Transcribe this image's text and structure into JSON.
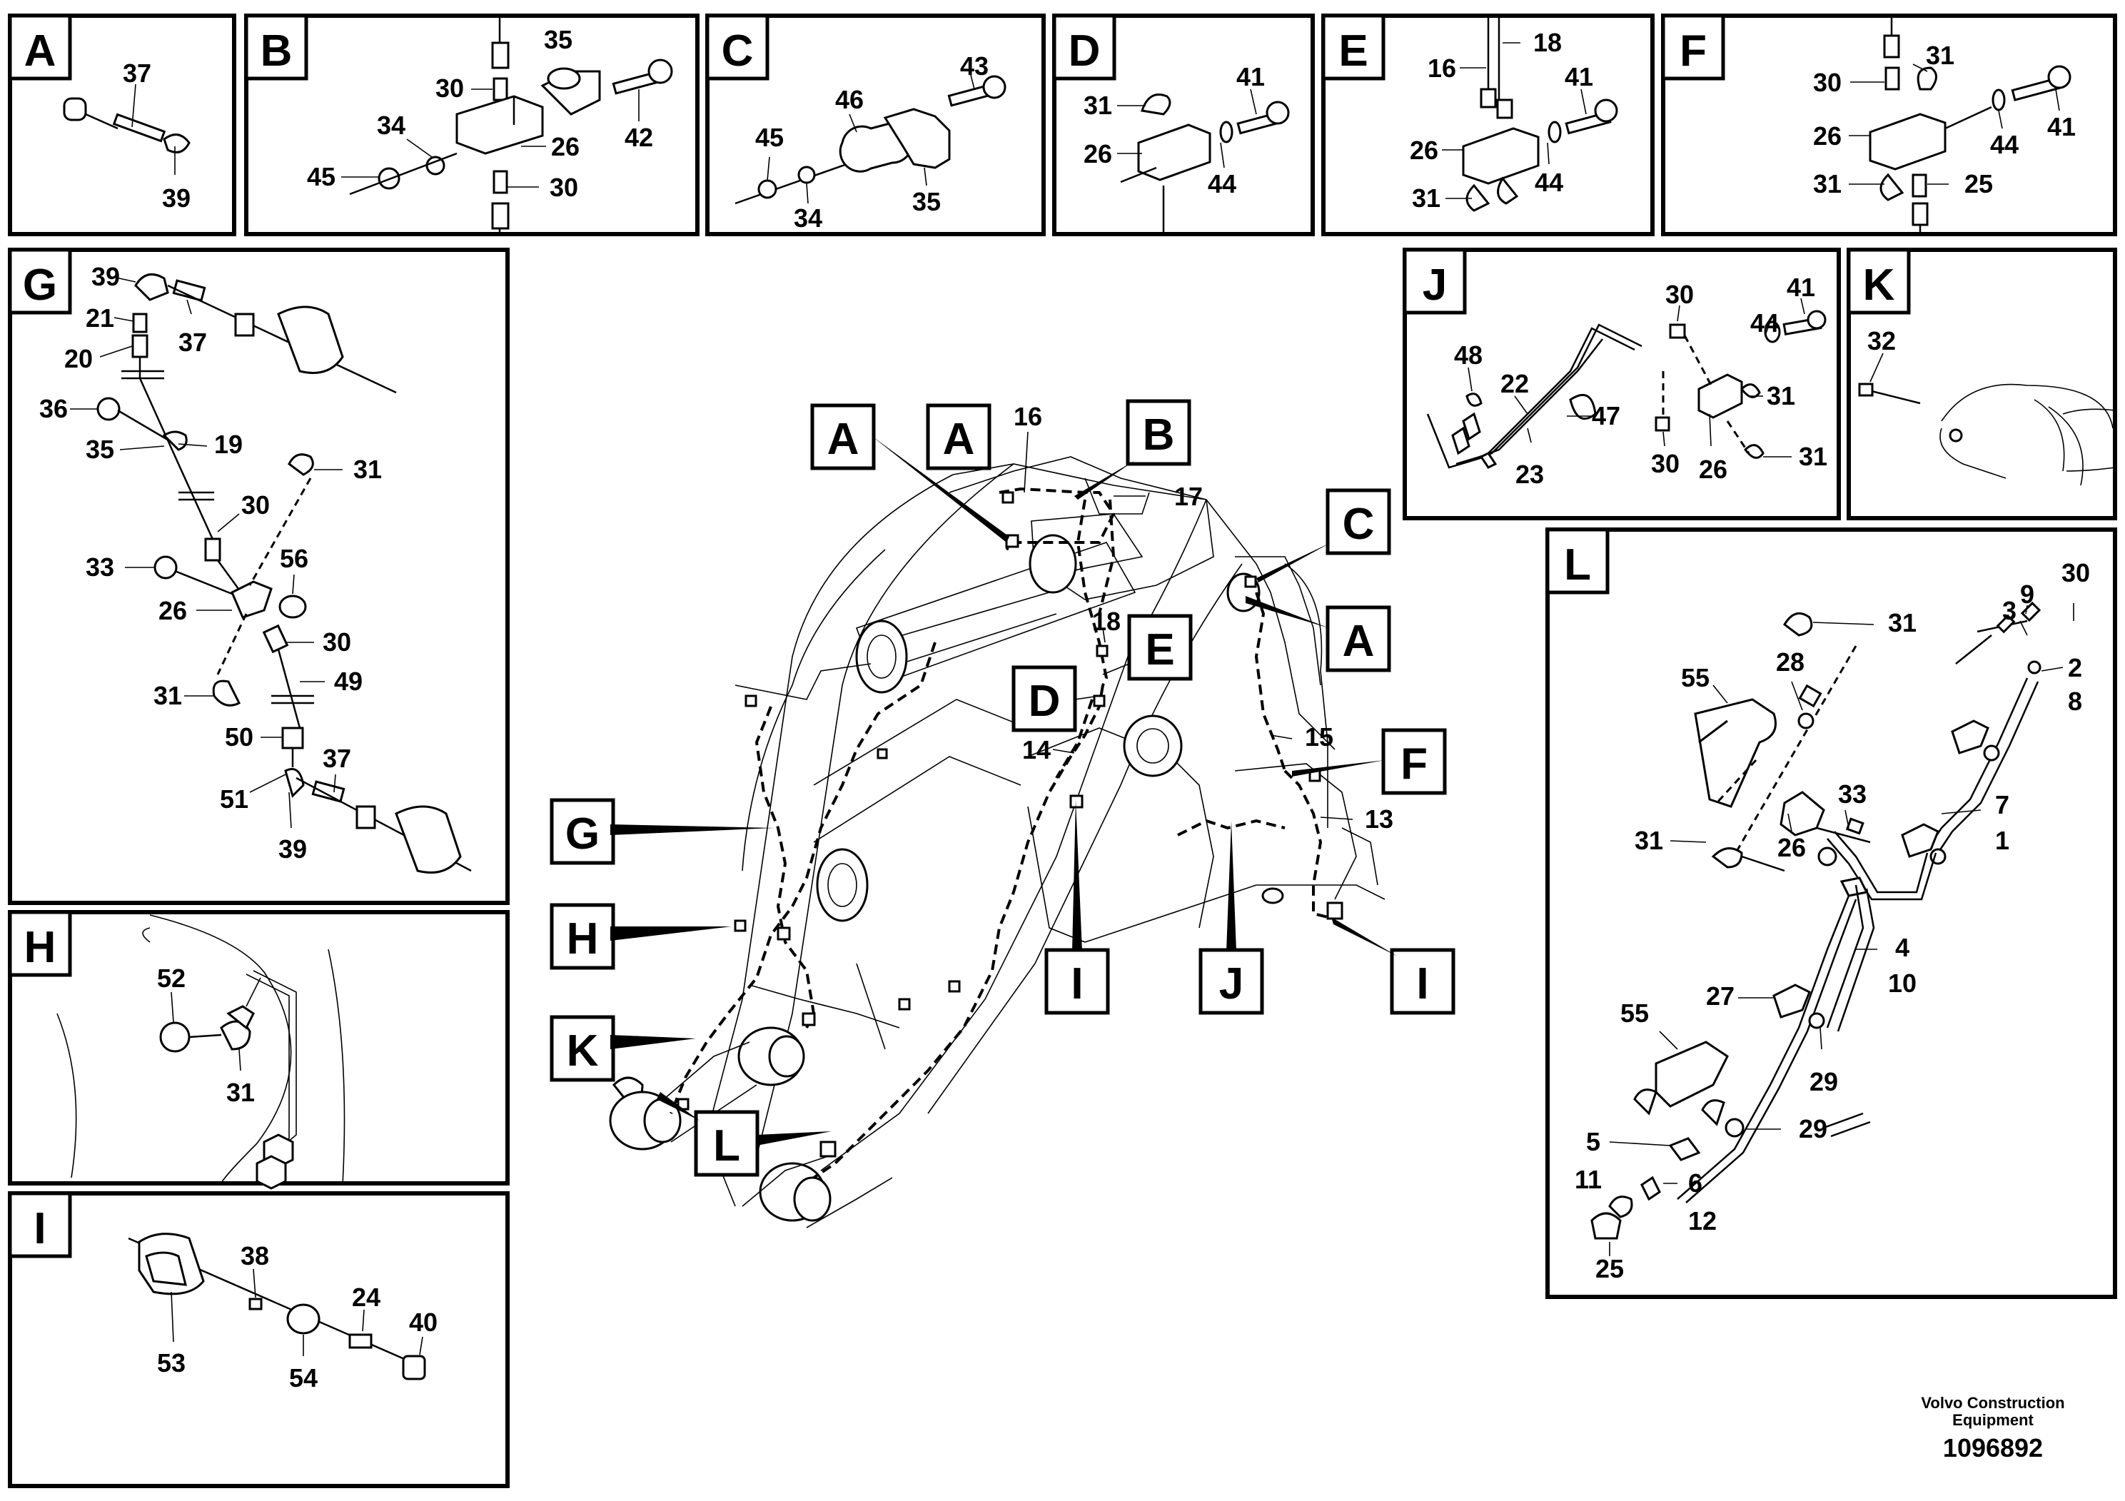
{
  "footer": {
    "company_line1": "Volvo Construction",
    "company_line2": "Equipment",
    "drawing_number": "1096892"
  },
  "panels": {
    "A": {
      "letter": "A",
      "parts": [
        "37",
        "39"
      ]
    },
    "B": {
      "letter": "B",
      "parts": [
        "35",
        "30",
        "34",
        "26",
        "42",
        "45",
        "30"
      ]
    },
    "C": {
      "letter": "C",
      "parts": [
        "43",
        "46",
        "45",
        "34",
        "35"
      ]
    },
    "D": {
      "letter": "D",
      "parts": [
        "41",
        "31",
        "26",
        "44"
      ]
    },
    "E": {
      "letter": "E",
      "parts": [
        "18",
        "16",
        "41",
        "26",
        "44",
        "31"
      ]
    },
    "F": {
      "letter": "F",
      "parts": [
        "31",
        "30",
        "26",
        "44",
        "41",
        "31",
        "25"
      ]
    },
    "G": {
      "letter": "G",
      "parts": [
        "39",
        "21",
        "37",
        "20",
        "36",
        "19",
        "35",
        "31",
        "30",
        "33",
        "56",
        "26",
        "30",
        "31",
        "49",
        "50",
        "37",
        "51",
        "39"
      ]
    },
    "H": {
      "letter": "H",
      "parts": [
        "52",
        "31"
      ]
    },
    "I": {
      "letter": "I",
      "parts": [
        "38",
        "24",
        "40",
        "53",
        "54"
      ]
    },
    "J": {
      "letter": "J",
      "parts": [
        "41",
        "30",
        "44",
        "48",
        "22",
        "47",
        "31",
        "23",
        "30",
        "26",
        "31"
      ]
    },
    "K": {
      "letter": "K",
      "parts": [
        "32"
      ]
    },
    "L": {
      "letter": "L",
      "parts": [
        "9",
        "30",
        "31",
        "3",
        "2",
        "8",
        "55",
        "28",
        "33",
        "7",
        "1",
        "31",
        "26",
        "4",
        "10",
        "27",
        "55",
        "29",
        "5",
        "29",
        "11",
        "6",
        "12",
        "25"
      ]
    }
  },
  "main": {
    "callouts": [
      "A",
      "A",
      "B",
      "C",
      "A",
      "E",
      "D",
      "F",
      "G",
      "H",
      "K",
      "L",
      "I",
      "J",
      "I"
    ],
    "parts": [
      "16",
      "17",
      "18",
      "14",
      "15",
      "13"
    ]
  }
}
